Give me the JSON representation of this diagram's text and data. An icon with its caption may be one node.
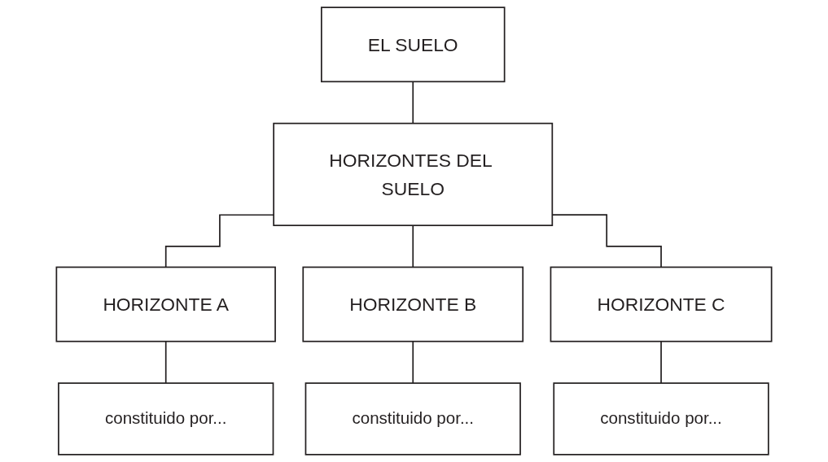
{
  "diagram": {
    "nodes": [
      {
        "text": [
          "EL SUELO"
        ]
      },
      {
        "text": [
          "HORIZONTES DEL SUELO"
        ]
      },
      {
        "text": [
          "HORIZONTE A"
        ]
      },
      {
        "text": [
          "HORIZONTE B"
        ]
      },
      {
        "text": [
          "HORIZONTE C"
        ]
      },
      {
        "text": [
          "constituido por..."
        ]
      },
      {
        "text": [
          "constituido por..."
        ]
      },
      {
        "text": [
          "constituido por..."
        ]
      }
    ],
    "edges": [
      {
        "from": 0,
        "to": 1,
        "arrow": "none"
      },
      {
        "from": 1,
        "to": 2,
        "arrow": "none"
      },
      {
        "from": 1,
        "to": 3,
        "arrow": "none"
      },
      {
        "from": 1,
        "to": 4,
        "arrow": "none"
      },
      {
        "from": 2,
        "to": 5,
        "arrow": "none"
      },
      {
        "from": 3,
        "to": 6,
        "arrow": "none"
      },
      {
        "from": 4,
        "to": 7,
        "arrow": "none"
      }
    ]
  }
}
